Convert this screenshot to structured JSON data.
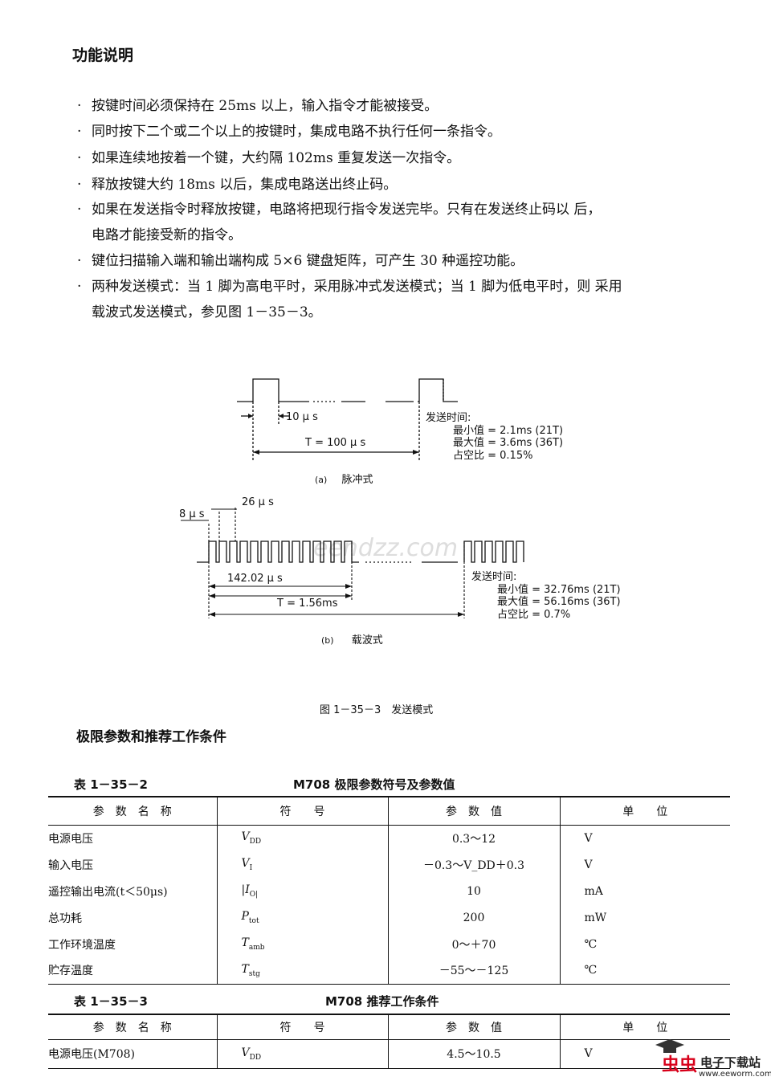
{
  "section1": {
    "title": "功能说明",
    "bullets": [
      {
        "dot": "·",
        "lines": [
          "按键时间必须保持在 25ms 以上，输入指令才能被接受。"
        ]
      },
      {
        "dot": "·",
        "lines": [
          "同时按下二个或二个以上的按键时，集成电路不执行任何一条指令。"
        ]
      },
      {
        "dot": "·",
        "lines": [
          "如果连续地按着一个键，大约隔 102ms 重复发送一次指令。"
        ]
      },
      {
        "dot": "·",
        "lines": [
          "释放按键大约 18ms 以后，集成电路送出终止码。"
        ]
      },
      {
        "dot": "·",
        "lines": [
          "如果在发送指令时释放按键，电路将把现行指令发送完毕。只有在发送终止码以 后，",
          "电路才能接受新的指令。"
        ]
      },
      {
        "dot": "·",
        "lines": [
          "键位扫描输入端和输出端构成 5×6 键盘矩阵，可产生 30 种遥控功能。"
        ]
      },
      {
        "dot": "·",
        "lines": [
          "两种发送模式：当 1 脚为高电平时，采用脉冲式发送模式；当 1 脚为低电平时，则 采用",
          "载波式发送模式，参见图 1－35－3。"
        ]
      }
    ]
  },
  "figure": {
    "a": {
      "pulse_width": "10 μ s",
      "period": "T = 100 μ s",
      "send_time_label": "发送时间:",
      "min": "最小值 = 2.1ms (21T)",
      "max": "最大值 = 3.6ms (36T)",
      "duty": "占空比 = 0.15%",
      "caption_tag": "(a)",
      "caption": "脉冲式"
    },
    "b": {
      "low_time": "8 μ s",
      "carrier_period": "26 μ s",
      "burst": "142.02 μ s",
      "period": "T = 1.56ms",
      "send_time_label": "发送时间:",
      "min": "最小值 = 32.76ms (21T)",
      "max": "最大值 = 56.16ms (36T)",
      "duty": "占空比 = 0.7%",
      "caption_tag": "(b)",
      "caption": "载波式",
      "watermark": "eendzz.com"
    },
    "title": "图 1－35－3　发送模式"
  },
  "section2": {
    "title": "极限参数和推荐工作条件"
  },
  "table2": {
    "number": "表 1－35－2",
    "title": "M708 极限参数符号及参数值",
    "headers": [
      "参　数　名　称",
      "符　　号",
      "参　数　值",
      "单　　位"
    ],
    "rows": [
      {
        "name": "电源电压",
        "sym": "V",
        "sub": "DD",
        "value": "0.3～12",
        "unit": "V"
      },
      {
        "name": "输入电压",
        "sym": "V",
        "sub": "I",
        "value": "－0.3～V_DD＋0.3",
        "unit": "V"
      },
      {
        "name": "遥控输出电流(t＜50μs)",
        "sym": "|I",
        "sub": "O|",
        "value": "10",
        "unit": "mA"
      },
      {
        "name": "总功耗",
        "sym": "P",
        "sub": "tot",
        "value": "200",
        "unit": "mW"
      },
      {
        "name": "工作环境温度",
        "sym": "T",
        "sub": "amb",
        "value": "0～＋70",
        "unit": "℃"
      },
      {
        "name": "贮存温度",
        "sym": "T",
        "sub": "stg",
        "value": "－55～－125",
        "unit": "℃"
      }
    ]
  },
  "table3": {
    "number": "表 1－35－3",
    "title": "M708 推荐工作条件",
    "headers": [
      "参　数　名　称",
      "符　　号",
      "参　数　值",
      "单　　位"
    ],
    "rows": [
      {
        "name": "电源电压(M708)",
        "sym": "V",
        "sub": "DD",
        "value": "4.5～10.5",
        "unit": "V"
      }
    ]
  },
  "site_logo": {
    "brand": "虫虫",
    "text": "电子下载站",
    "url": "www.eeworm.com"
  }
}
